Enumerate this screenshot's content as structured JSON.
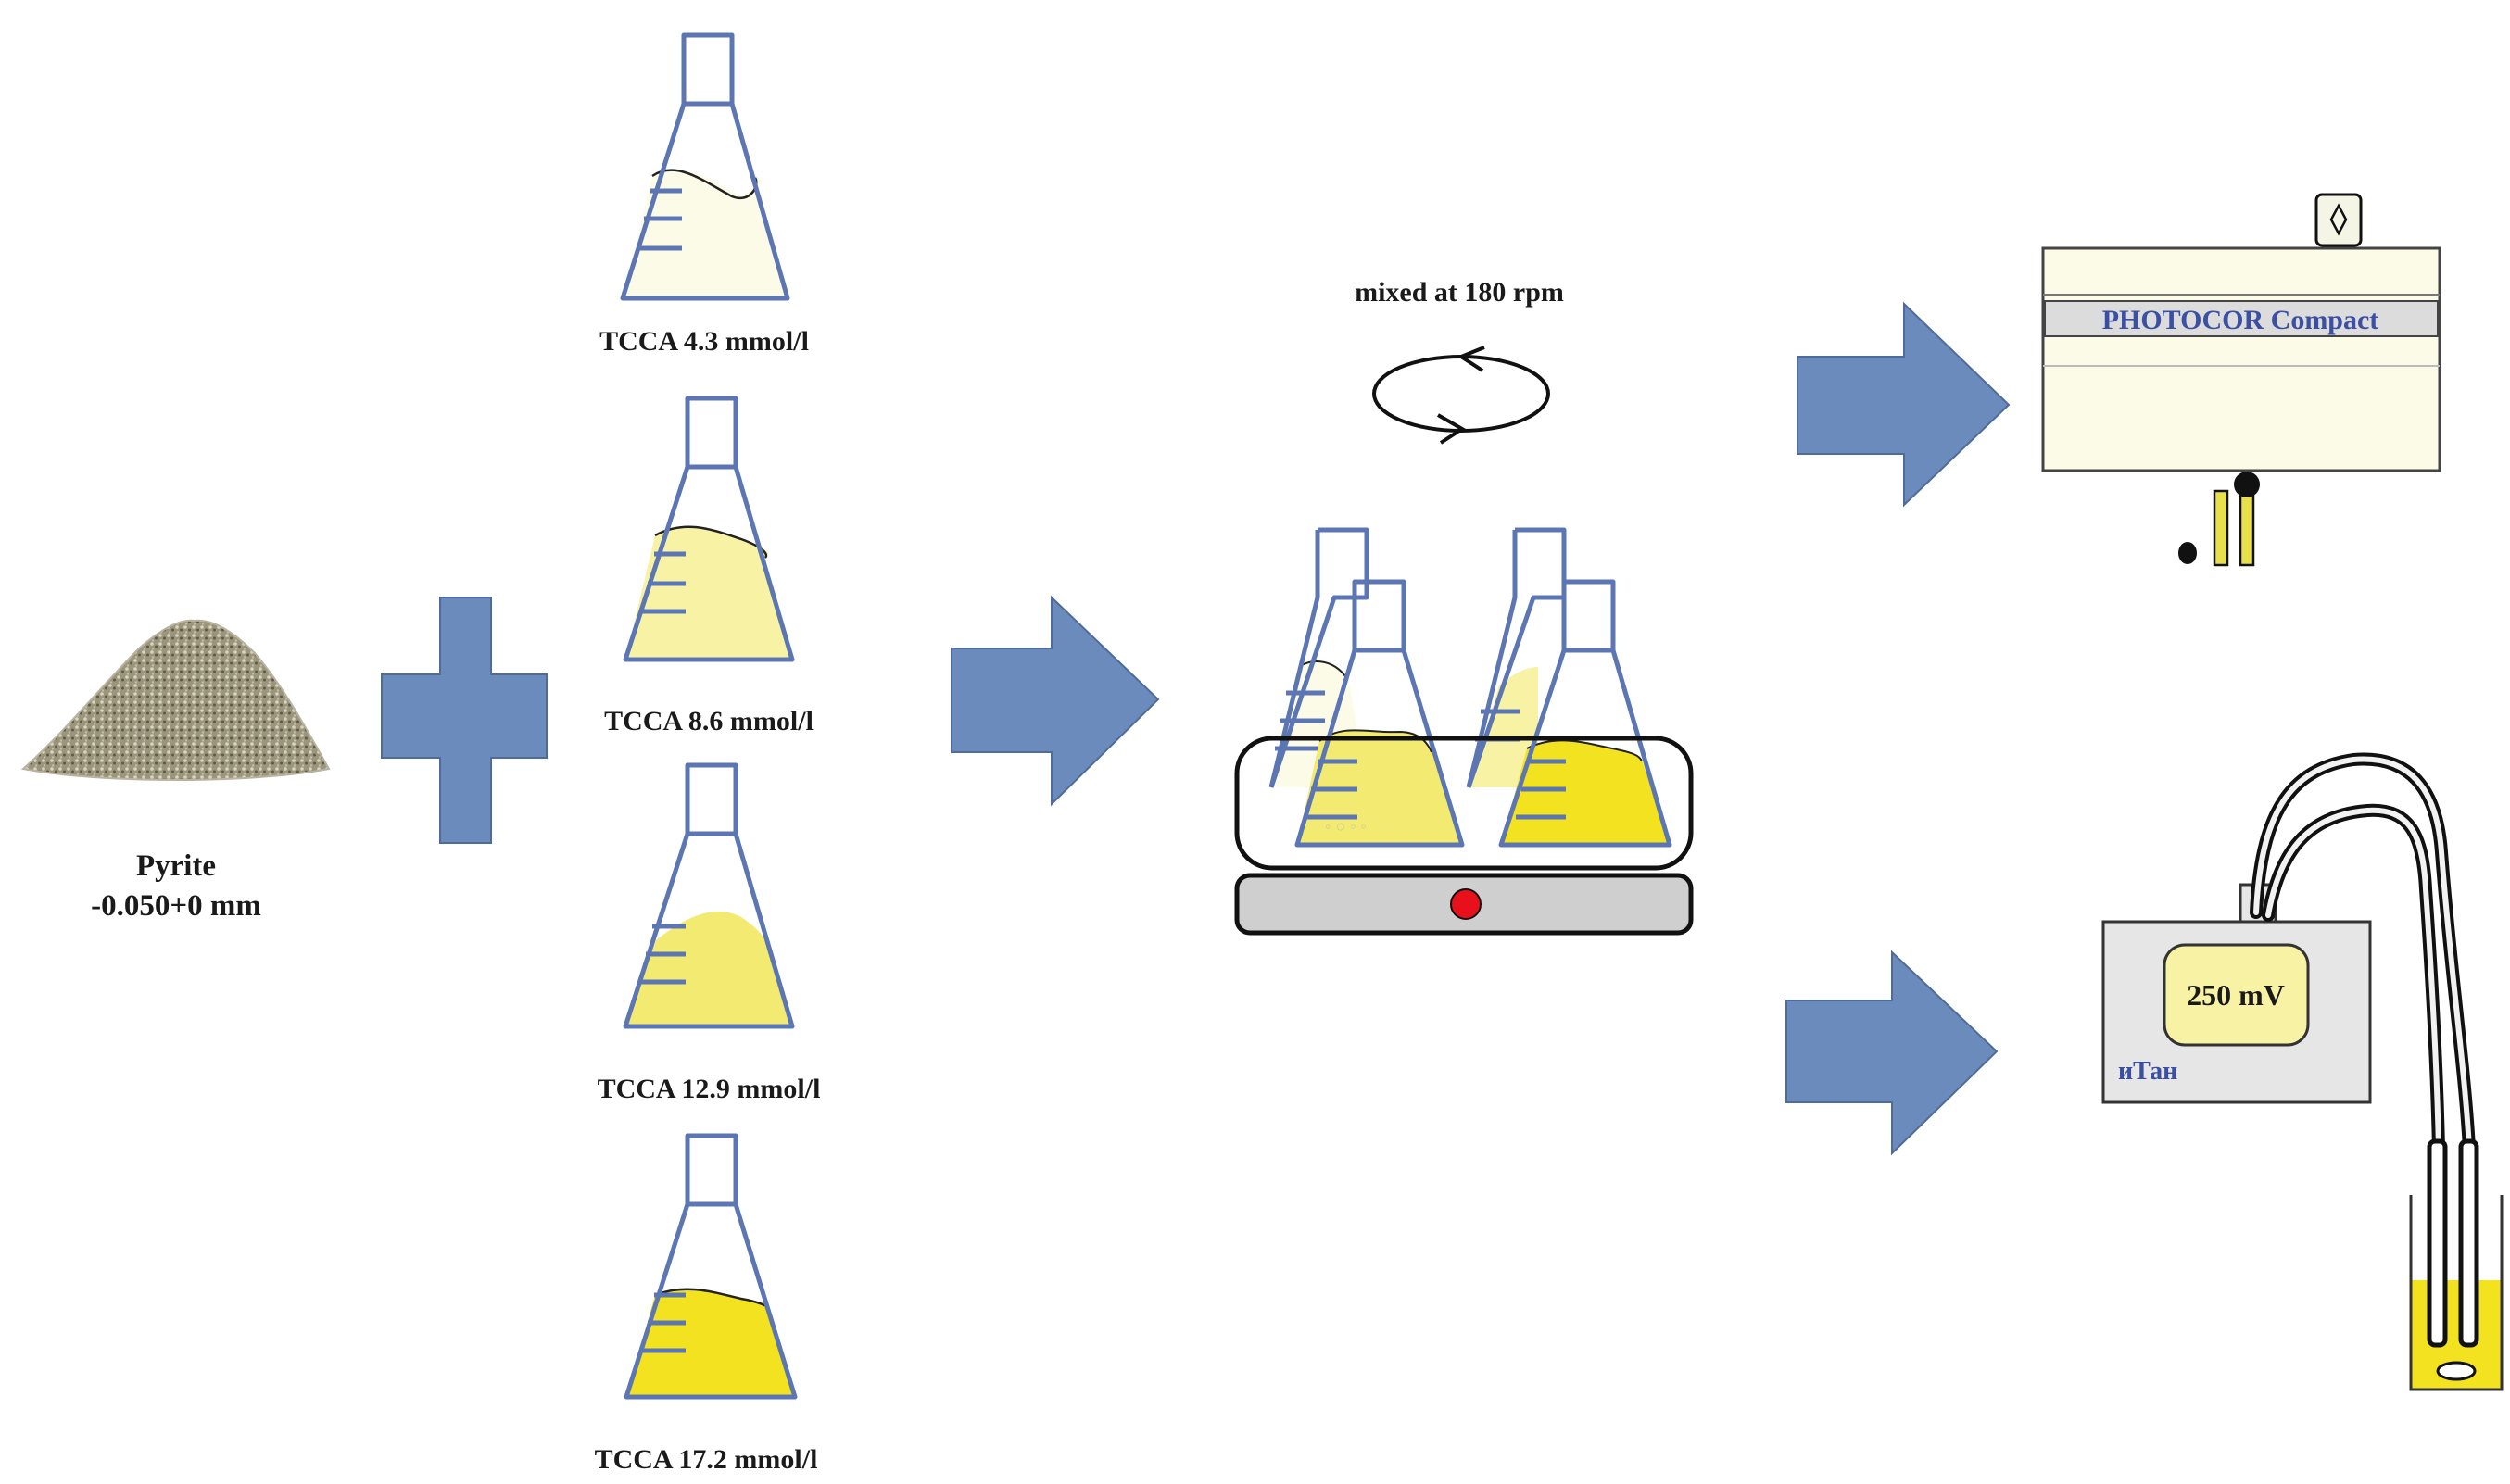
{
  "pyrite": {
    "name": "Pyrite",
    "size": "-0.050+0 mm"
  },
  "flasks": [
    {
      "label": "TCCA 4.3 mmol/l",
      "fill": "#fbfbe8"
    },
    {
      "label": "TCCA 8.6 mmol/l",
      "fill": "#f8f2a4"
    },
    {
      "label": "TCCA 12.9 mmol/l",
      "fill": "#f3ea72"
    },
    {
      "label": "TCCA 17.2 mmol/l",
      "fill": "#f2e21f"
    }
  ],
  "mixer": {
    "label": "mixed at 180 rpm"
  },
  "photometer": {
    "name": "PHOTOCOR Compact"
  },
  "potentiometer": {
    "reading": "250 mV",
    "brand": "иТан"
  },
  "colors": {
    "arrow": "#6a8bbb",
    "glass": "#5b76b3",
    "solution": "#f2e21f",
    "indicator": "#e8101a"
  }
}
